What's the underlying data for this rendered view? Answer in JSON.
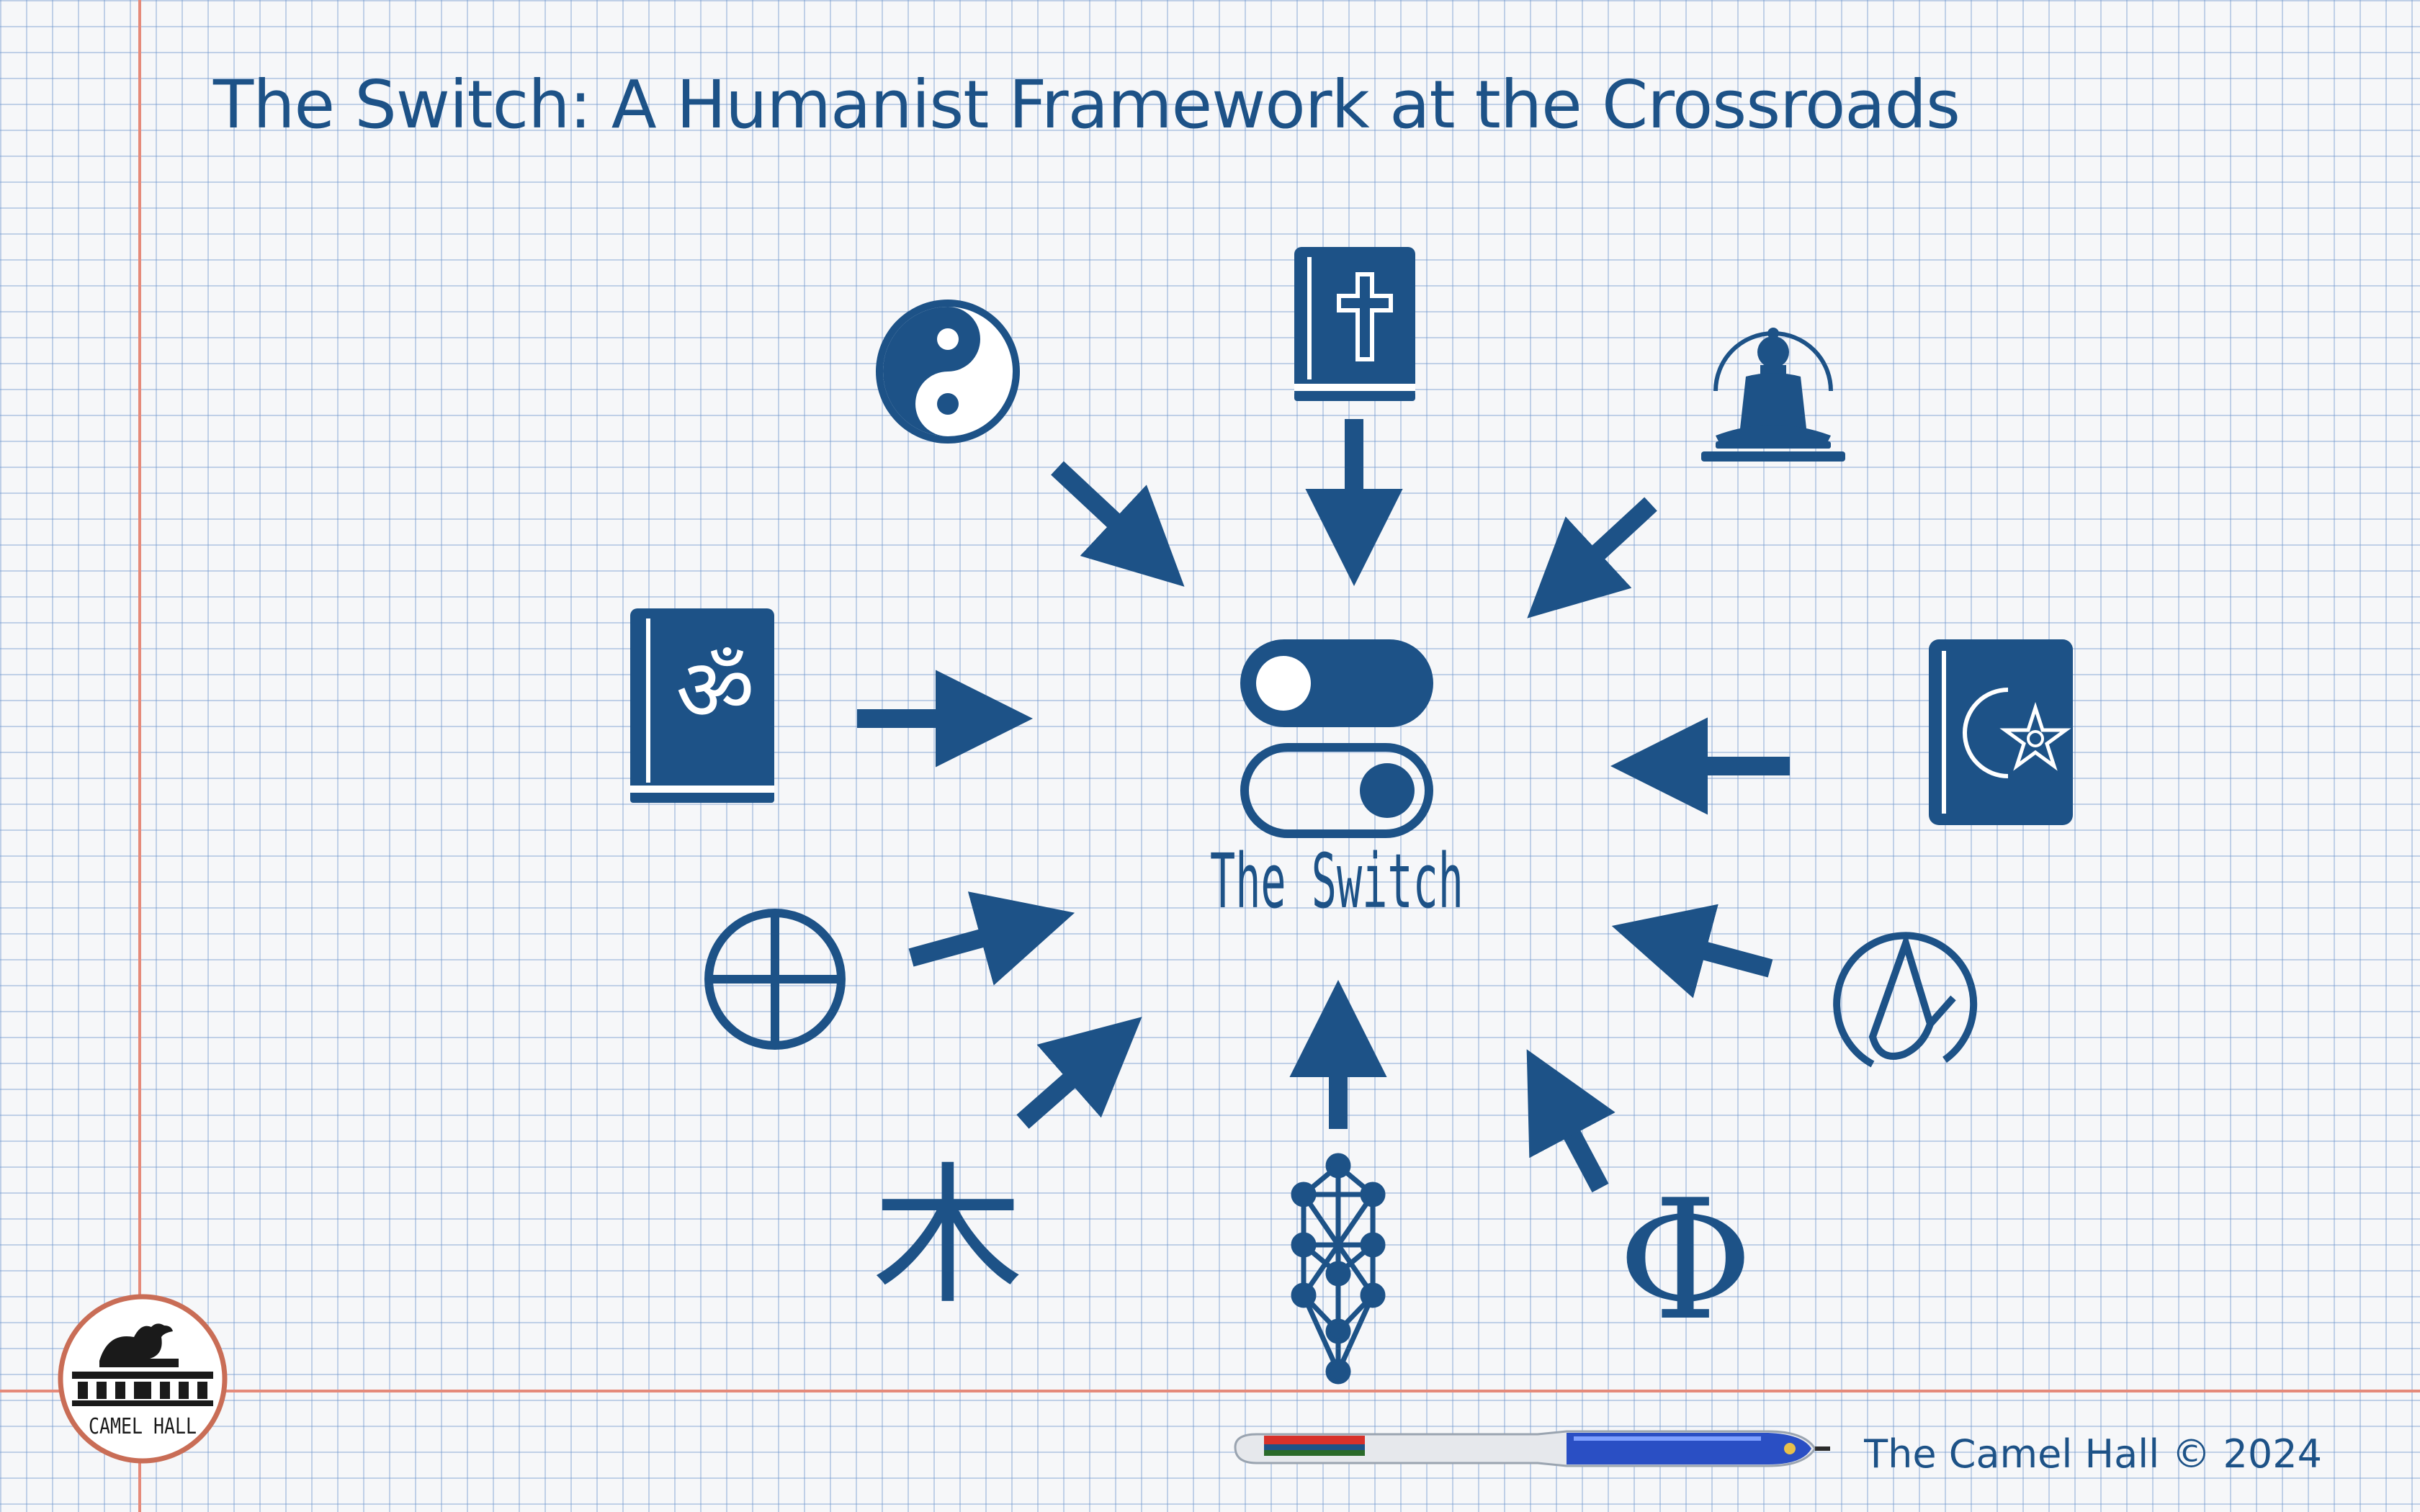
{
  "title": "The Switch: A Humanist Framework at the Crossroads",
  "center_label": "The Switch",
  "footer": "The Camel Hall © 2024",
  "logo_text": "CAMEL HALL",
  "symbols": {
    "phi_glyph": "Φ",
    "kanji_glyph": "木",
    "om_glyph": "ॐ"
  },
  "icons": [
    "yin-yang-icon",
    "bible-cross-icon",
    "buddha-icon",
    "om-book-icon",
    "crescent-star-book-icon",
    "sun-cross-icon",
    "atheism-icon",
    "kanji-wood-icon",
    "tree-of-life-icon",
    "phi-icon",
    "toggle-switch-icon"
  ],
  "colors": {
    "ink": "#1d5287",
    "grid": "#8aa9d6",
    "margin_line": "#e58a7a",
    "paper": "#f6f7f9"
  }
}
